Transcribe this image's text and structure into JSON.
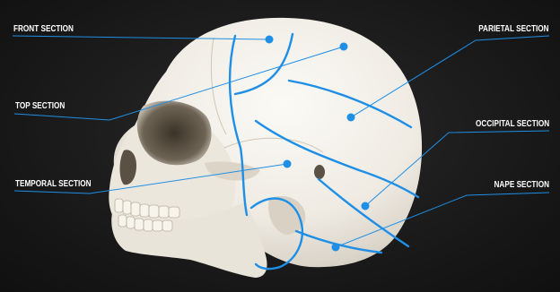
{
  "labels": {
    "front": "FRONT SECTION",
    "top": "TOP SECTION",
    "temporal": "TEMPORAL SECTION",
    "parietal": "PARIETAL SECTION",
    "occipital": "OCCIPITAL SECTION",
    "nape": "NAPE SECTION"
  },
  "colors": {
    "accent": "#1f8fe6",
    "background": "#171717",
    "label_text": "#ffffff",
    "skull": "#f2efe8"
  },
  "image": {
    "subject": "human skull, lateral view",
    "markers": 6
  }
}
